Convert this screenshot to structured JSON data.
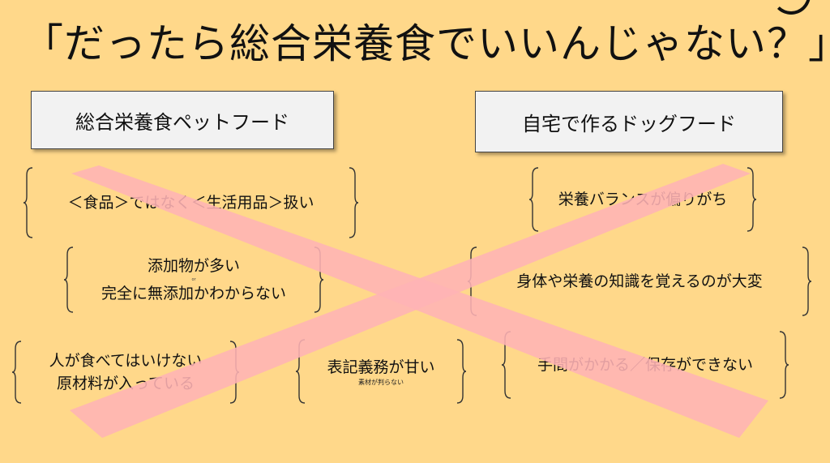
{
  "slide": {
    "title": "「だったら総合栄養食でいいんじゃない？」",
    "left_heading": "総合栄養食ペットフード",
    "right_heading": "自宅で作るドッグフード",
    "left_items": [
      {
        "text": "＜食品＞ではなく＜生活用品＞扱い"
      },
      {
        "line1": "添加物が多い",
        "tiny": "or",
        "line2": "完全に無添加かわからない"
      },
      {
        "line1": "人が食べてはいけない",
        "line2": "原材料が入っている"
      },
      {
        "line1": "表記義務が甘い",
        "small": "素材が判らない"
      }
    ],
    "right_items": [
      {
        "text": "栄養バランスが偏りがち"
      },
      {
        "text": "身体や栄養の知識を覚えるのが大変"
      },
      {
        "text": "手間がかかる／保存ができない"
      }
    ]
  },
  "colors": {
    "background": "#ffd88a",
    "cross": "#ffb3b5",
    "heading_box": "#f2f2f2"
  }
}
